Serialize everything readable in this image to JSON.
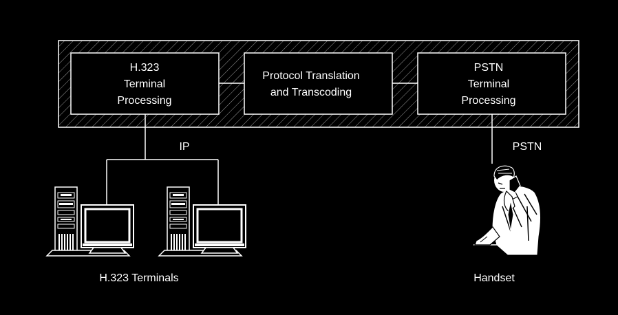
{
  "gateway": {
    "h323_box": {
      "line1": "H.323",
      "line2": "Terminal",
      "line3": "Processing"
    },
    "translation_box": {
      "line1": "Protocol Translation",
      "line2": "and Transcoding"
    },
    "pstn_box": {
      "line1": "PSTN",
      "line2": "Terminal",
      "line3": "Processing"
    }
  },
  "links": {
    "ip_label": "IP",
    "pstn_label": "PSTN"
  },
  "endpoints": {
    "terminals_label": "H.323 Terminals",
    "handset_label": "Handset"
  },
  "colors": {
    "background": "#000000",
    "foreground": "#ffffff"
  },
  "icons": {
    "computer": "desktop-computer-icon",
    "person": "person-on-phone-icon"
  }
}
